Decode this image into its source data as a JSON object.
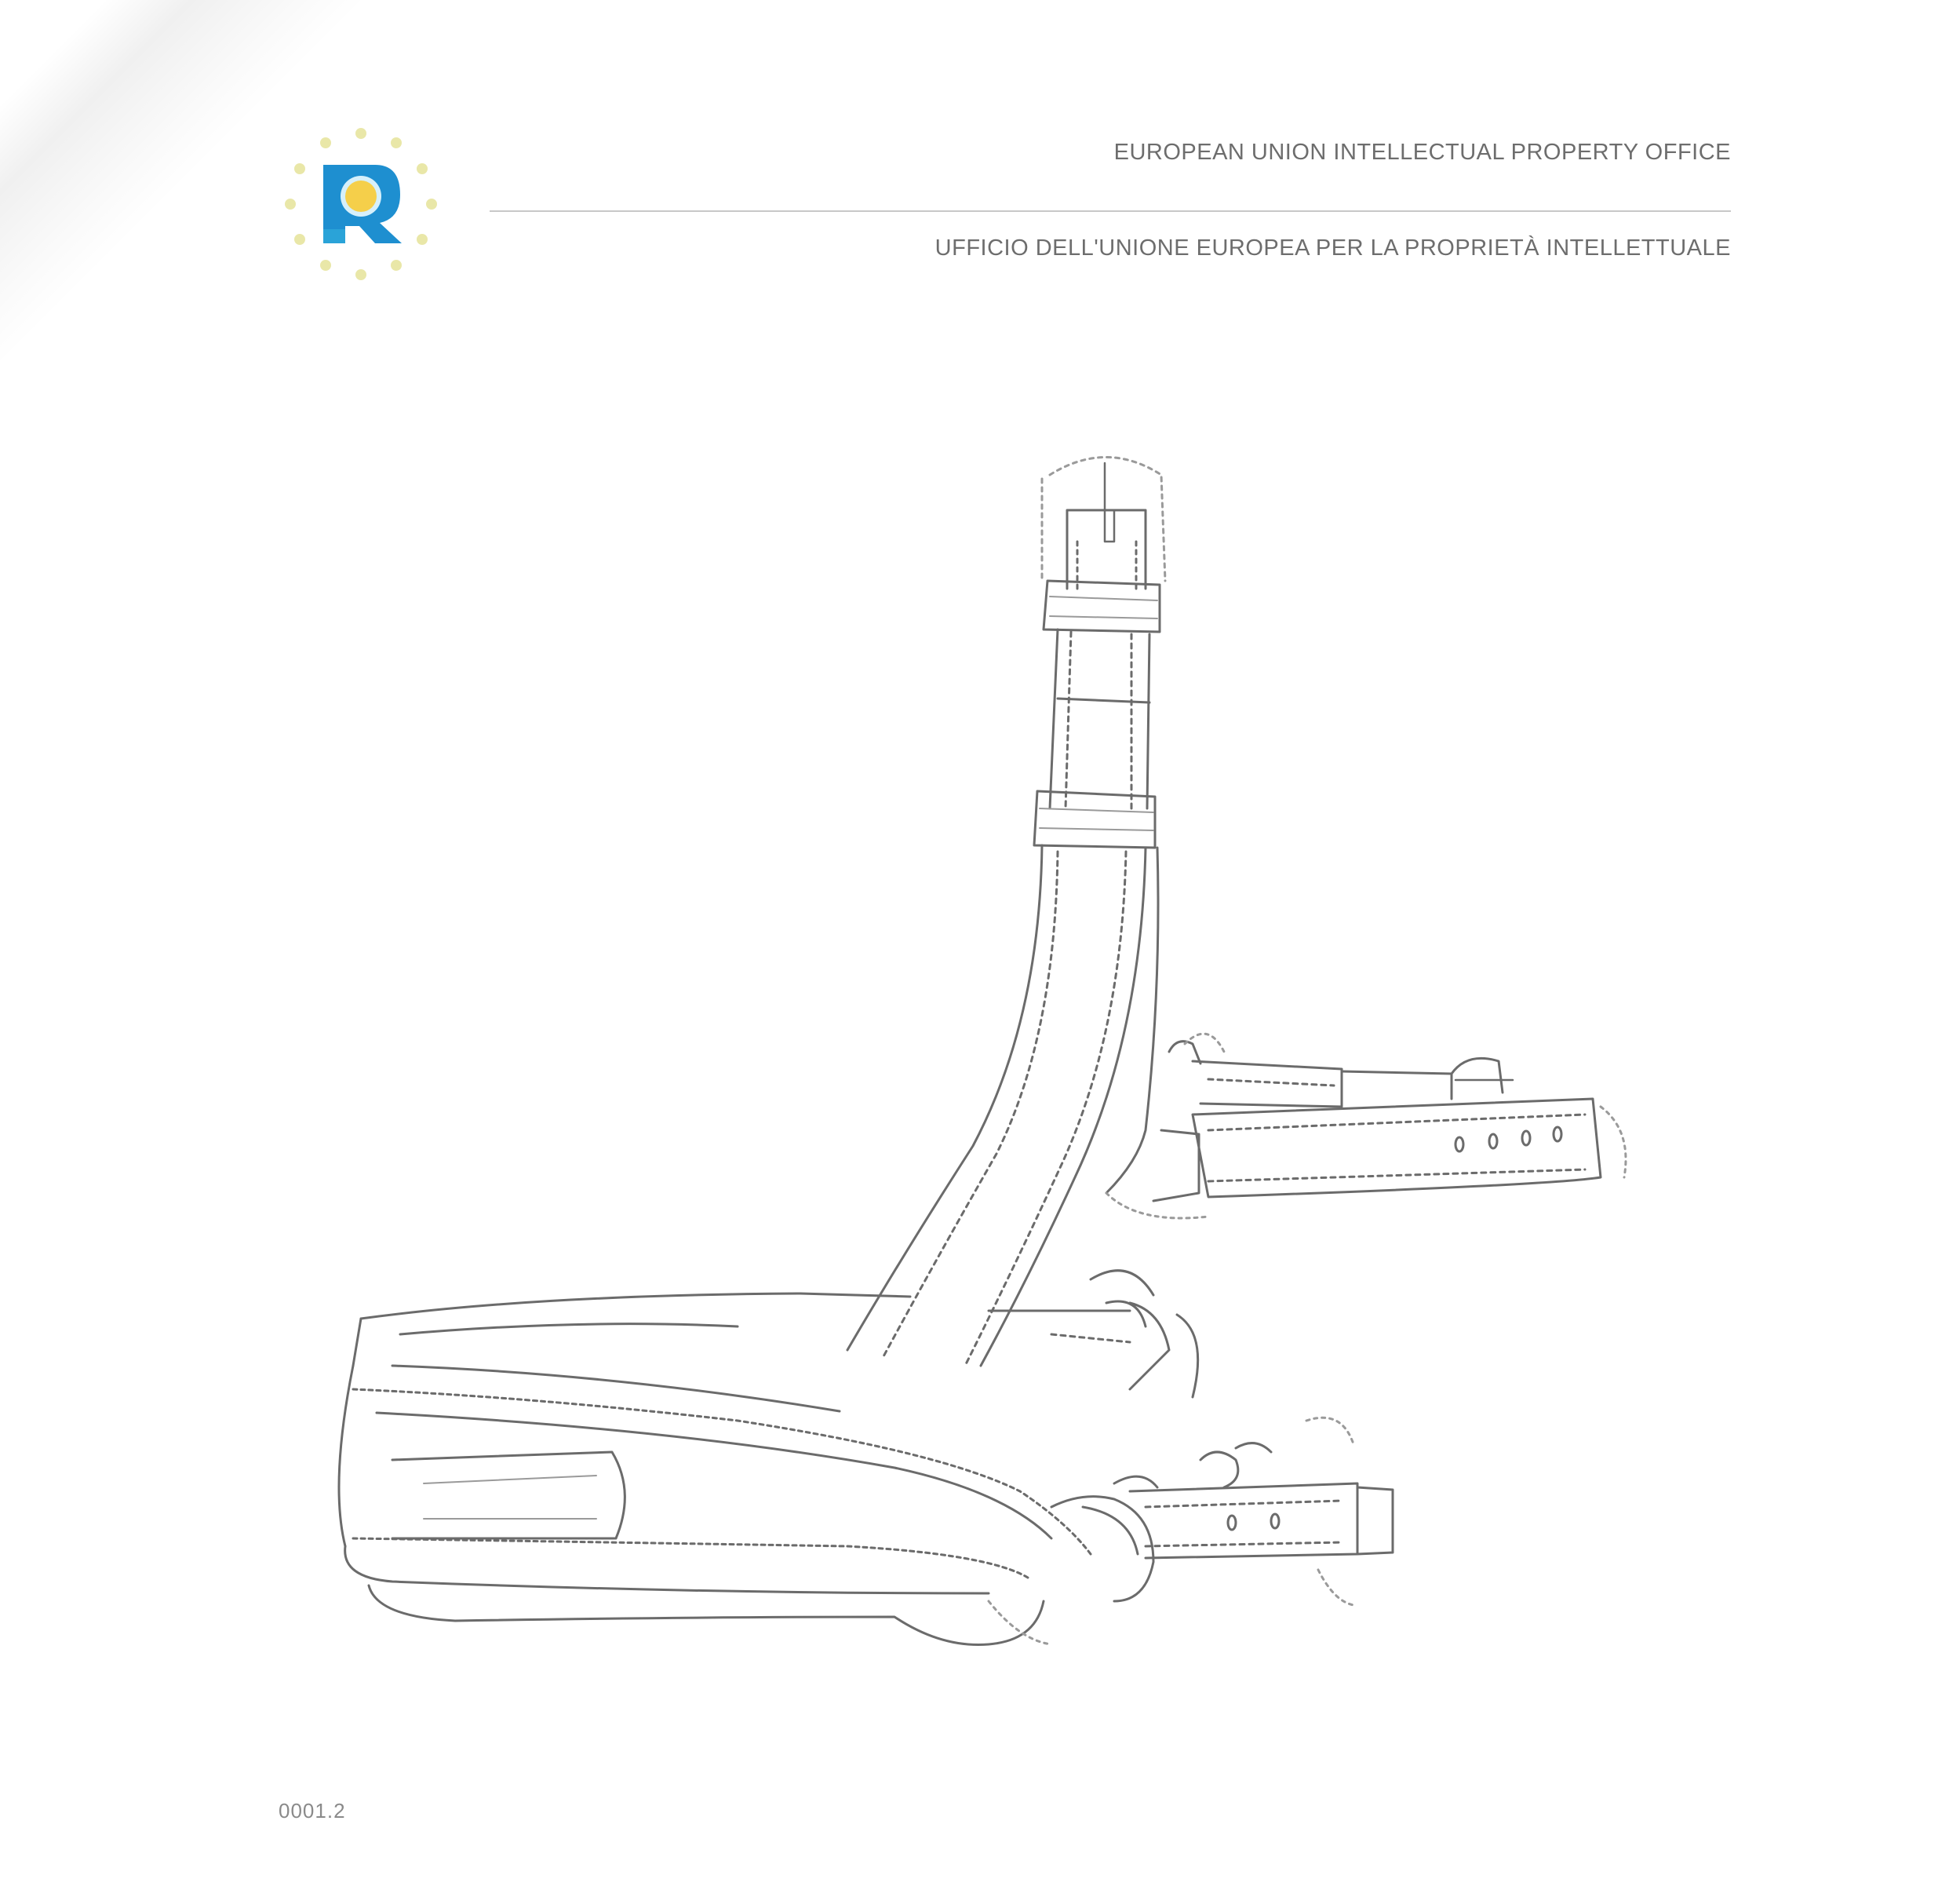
{
  "header": {
    "title_en": "EUROPEAN UNION INTELLECTUAL PROPERTY OFFICE",
    "title_it": "UFFICIO DELL'UNIONE EUROPEA PER LA PROPRIETÀ INTELLETTUALE",
    "logo": {
      "icon": "euipo-logo-icon",
      "letter_color": "#1e8fd0",
      "center_color": "#f5cf4a",
      "stars_color": "#e9e6a8"
    }
  },
  "drawing": {
    "subject": "muzzle/halter line drawing",
    "stroke_color": "#6b6b6b"
  },
  "footer": {
    "code": "0001.2"
  }
}
